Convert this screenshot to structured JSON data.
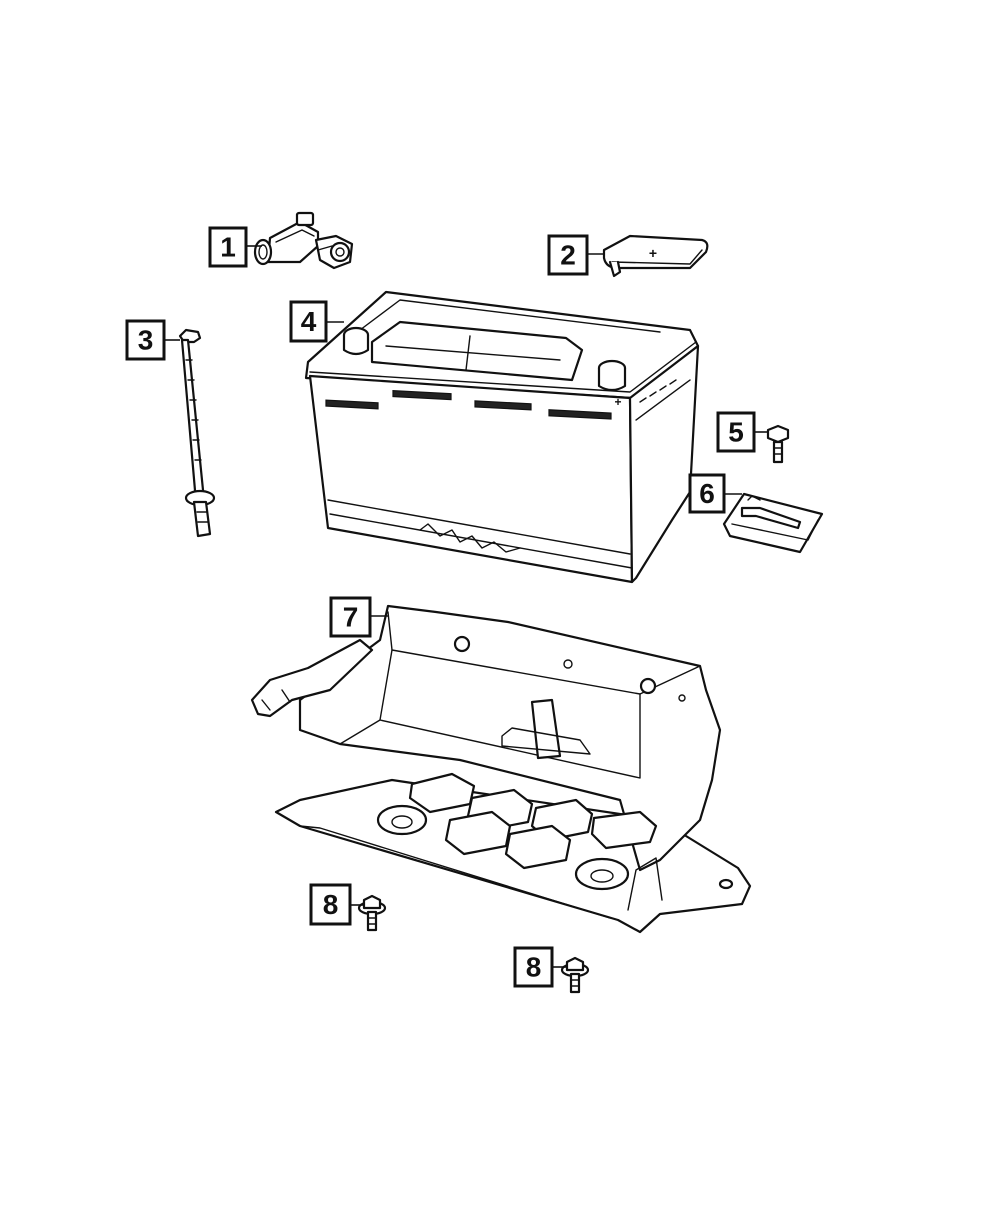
{
  "callouts": [
    {
      "id": "c1",
      "label": "1"
    },
    {
      "id": "c2",
      "label": "2"
    },
    {
      "id": "c3",
      "label": "3"
    },
    {
      "id": "c4",
      "label": "4"
    },
    {
      "id": "c5",
      "label": "5"
    },
    {
      "id": "c6",
      "label": "6"
    },
    {
      "id": "c7",
      "label": "7"
    },
    {
      "id": "c8a",
      "label": "8"
    },
    {
      "id": "c8b",
      "label": "8"
    }
  ],
  "battery_terminal_marks": {
    "cover_plus": "+",
    "case_plus": "+"
  }
}
